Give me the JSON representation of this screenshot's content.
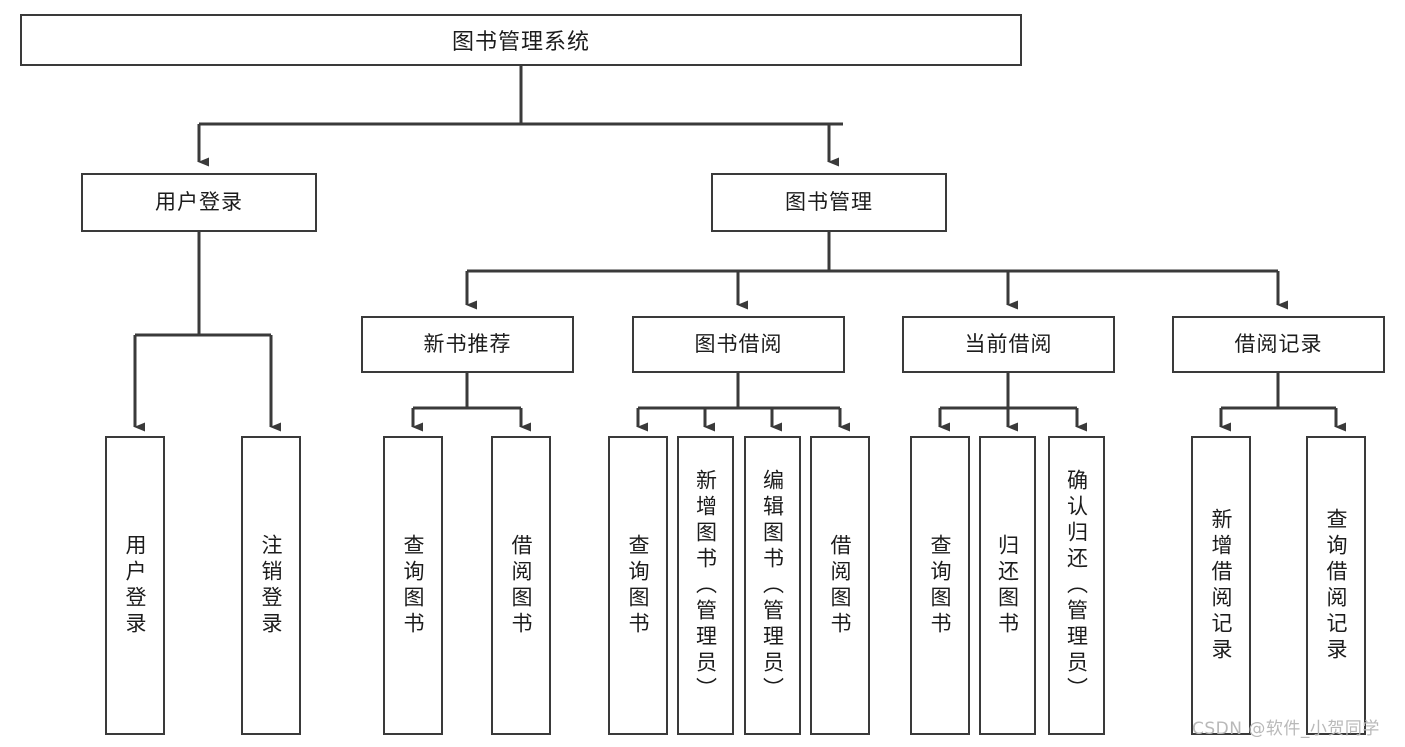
{
  "diagram": {
    "title": "图书管理系统",
    "type": "tree-hierarchy-diagram",
    "line_color": "#3a3a3a",
    "background_color": "#ffffff",
    "text_color": "#1c1c1c",
    "root": {
      "label": "图书管理系统"
    },
    "level2": [
      {
        "id": "user-login",
        "label": "用户登录"
      },
      {
        "id": "book-management",
        "label": "图书管理"
      }
    ],
    "level3": [
      {
        "id": "new-book-recommend",
        "label": "新书推荐",
        "parent": "book-management"
      },
      {
        "id": "book-borrow",
        "label": "图书借阅",
        "parent": "book-management"
      },
      {
        "id": "current-borrow",
        "label": "当前借阅",
        "parent": "book-management"
      },
      {
        "id": "borrow-record",
        "label": "借阅记录",
        "parent": "book-management"
      }
    ],
    "leaves": [
      {
        "id": "leaf-user-login",
        "label": "用户登录",
        "parent": "user-login"
      },
      {
        "id": "leaf-logout-login",
        "label": "注销登录",
        "parent": "user-login"
      },
      {
        "id": "leaf-query-book-1",
        "label": "查询图书",
        "parent": "new-book-recommend"
      },
      {
        "id": "leaf-borrow-book-1",
        "label": "借阅图书",
        "parent": "new-book-recommend"
      },
      {
        "id": "leaf-query-book-2",
        "label": "查询图书",
        "parent": "book-borrow"
      },
      {
        "id": "leaf-add-book",
        "label": "新增图书（管理员）",
        "parent": "book-borrow"
      },
      {
        "id": "leaf-edit-book",
        "label": "编辑图书（管理员）",
        "parent": "book-borrow"
      },
      {
        "id": "leaf-borrow-book-2",
        "label": "借阅图书",
        "parent": "book-borrow"
      },
      {
        "id": "leaf-query-book-3",
        "label": "查询图书",
        "parent": "current-borrow"
      },
      {
        "id": "leaf-return-book",
        "label": "归还图书",
        "parent": "current-borrow"
      },
      {
        "id": "leaf-confirm-return",
        "label": "确认归还（管理员）",
        "parent": "current-borrow"
      },
      {
        "id": "leaf-add-record",
        "label": "新增借阅记录",
        "parent": "borrow-record"
      },
      {
        "id": "leaf-query-record",
        "label": "查询借阅记录",
        "parent": "borrow-record"
      }
    ]
  },
  "watermark": {
    "text": "CSDN @软件_小贺同学"
  }
}
